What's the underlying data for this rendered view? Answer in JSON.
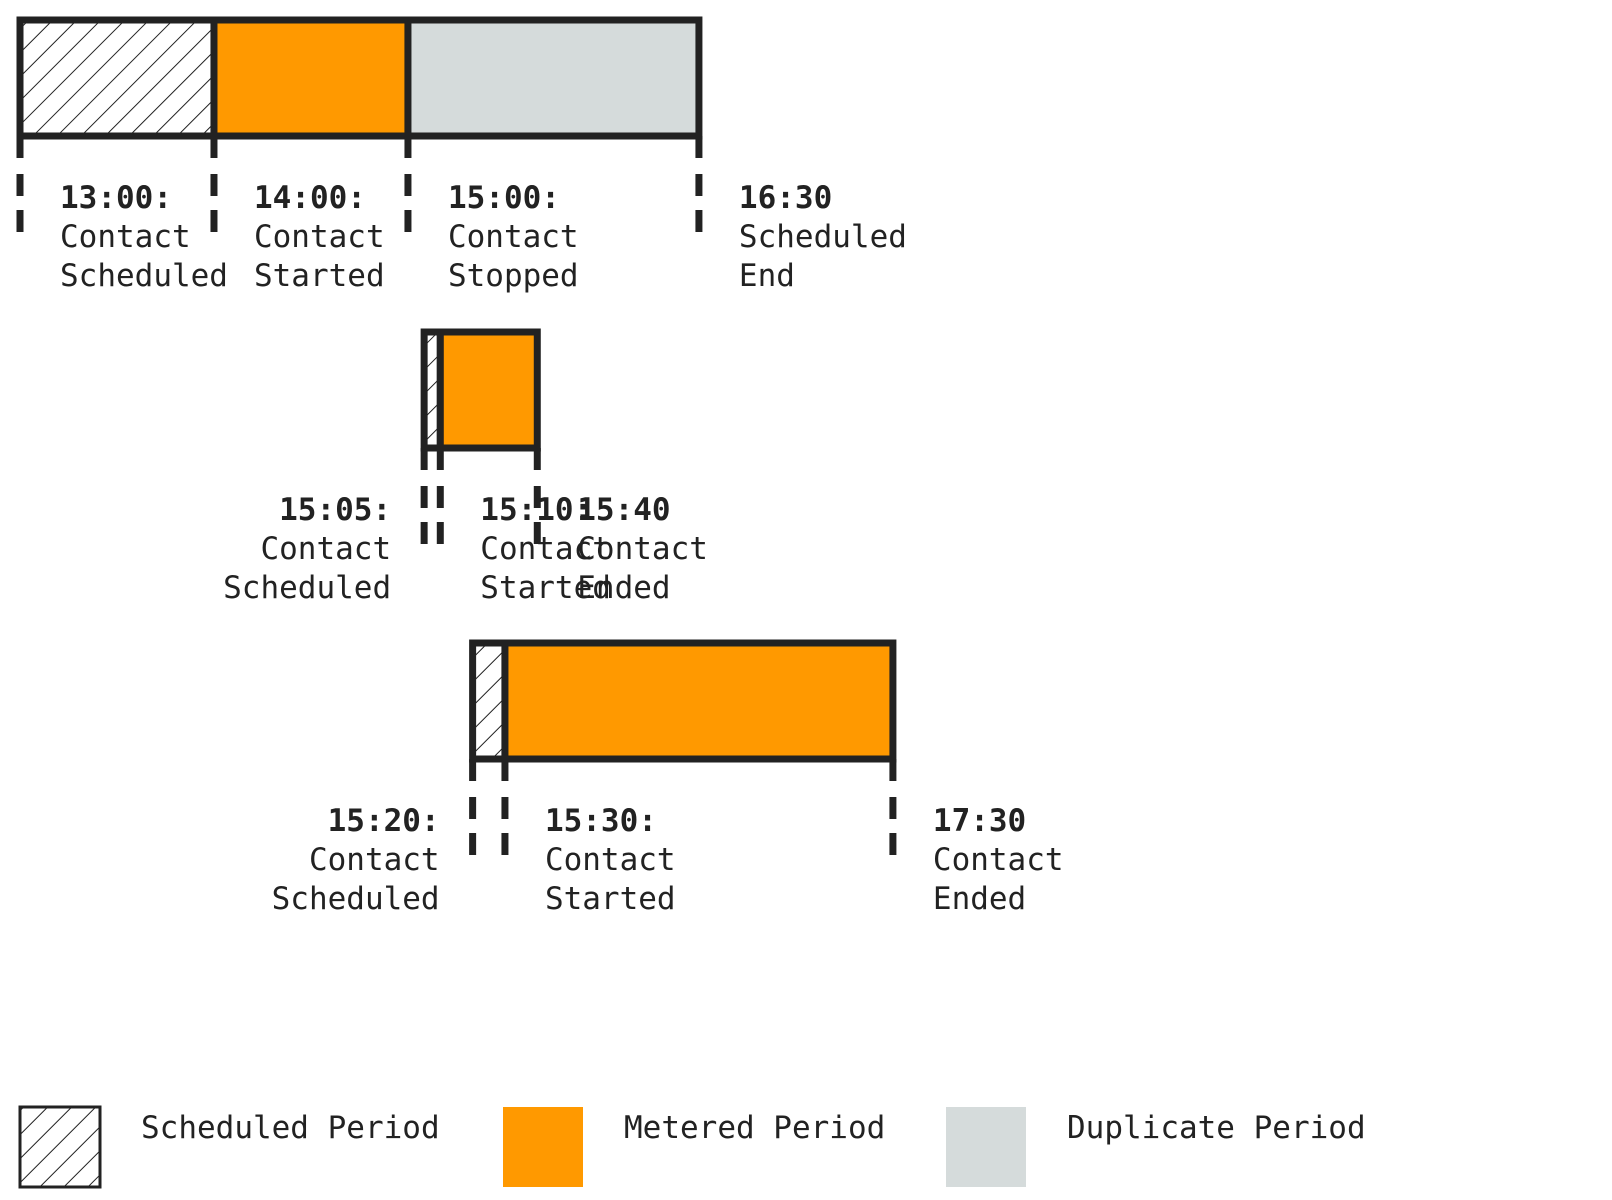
{
  "colors": {
    "outline": "#222222",
    "metered": "#ff9900",
    "duplicate": "#d5dbdb",
    "scheduled_fill": "#ffffff",
    "text": "#222222"
  },
  "timelines": [
    {
      "segments": [
        {
          "kind": "scheduled",
          "from": "13:00",
          "to": "14:00"
        },
        {
          "kind": "metered",
          "from": "14:00",
          "to": "15:00"
        },
        {
          "kind": "duplicate",
          "from": "15:00",
          "to": "16:30"
        }
      ],
      "markers": [
        {
          "time": "13:00",
          "label": [
            "13:00:",
            "Contact",
            "Scheduled"
          ],
          "align": "right"
        },
        {
          "time": "14:00",
          "label": [
            "14:00:",
            "Contact",
            "Started"
          ],
          "align": "right"
        },
        {
          "time": "15:00",
          "label": [
            "15:00:",
            "Contact",
            "Stopped"
          ],
          "align": "right"
        },
        {
          "time": "16:30",
          "label": [
            "16:30",
            "Scheduled",
            "End"
          ],
          "align": "right"
        }
      ]
    },
    {
      "segments": [
        {
          "kind": "scheduled",
          "from": "15:05",
          "to": "15:10"
        },
        {
          "kind": "metered",
          "from": "15:10",
          "to": "15:40"
        }
      ],
      "markers": [
        {
          "time": "15:05",
          "label": [
            "15:05:",
            "Contact",
            "Scheduled"
          ],
          "align": "left"
        },
        {
          "time": "15:10",
          "label": [
            "15:10:",
            "Contact",
            "Started"
          ],
          "align": "right"
        },
        {
          "time": "15:40",
          "label": [
            "15:40",
            "Contact",
            "Ended"
          ],
          "align": "right"
        }
      ]
    },
    {
      "segments": [
        {
          "kind": "scheduled",
          "from": "15:20",
          "to": "15:30"
        },
        {
          "kind": "metered",
          "from": "15:30",
          "to": "17:30"
        }
      ],
      "markers": [
        {
          "time": "15:20",
          "label": [
            "15:20:",
            "Contact",
            "Scheduled"
          ],
          "align": "left"
        },
        {
          "time": "15:30",
          "label": [
            "15:30:",
            "Contact",
            "Started"
          ],
          "align": "right"
        },
        {
          "time": "17:30",
          "label": [
            "17:30",
            "Contact",
            "Ended"
          ],
          "align": "right"
        }
      ]
    }
  ],
  "legend": [
    {
      "kind": "scheduled",
      "label": "Scheduled Period"
    },
    {
      "kind": "metered",
      "label": "Metered Period"
    },
    {
      "kind": "duplicate",
      "label": "Duplicate Period"
    }
  ]
}
